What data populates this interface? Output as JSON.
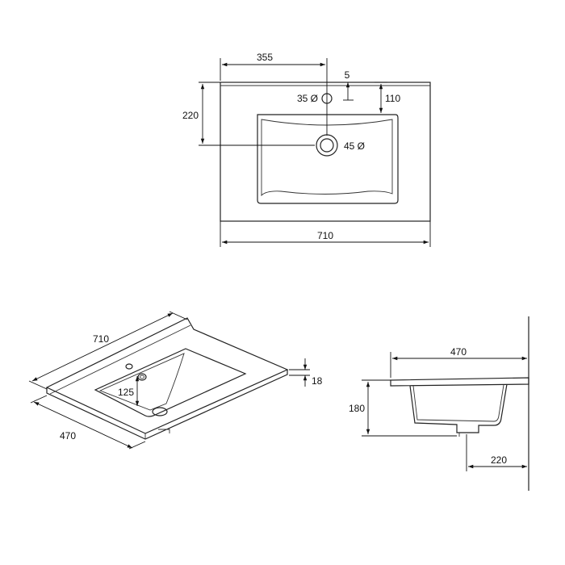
{
  "top_view": {
    "width": "710",
    "tap_offset": "355",
    "depth_to_drain": "220",
    "tap_edge_offset": "5",
    "tap_hole": "35 Ø",
    "basin_inset": "110",
    "drain_hole": "45 Ø"
  },
  "iso_view": {
    "width": "710",
    "depth": "470",
    "basin_depth": "125",
    "thickness": "18"
  },
  "side_view": {
    "depth": "470",
    "height": "180",
    "drain_offset": "220"
  }
}
